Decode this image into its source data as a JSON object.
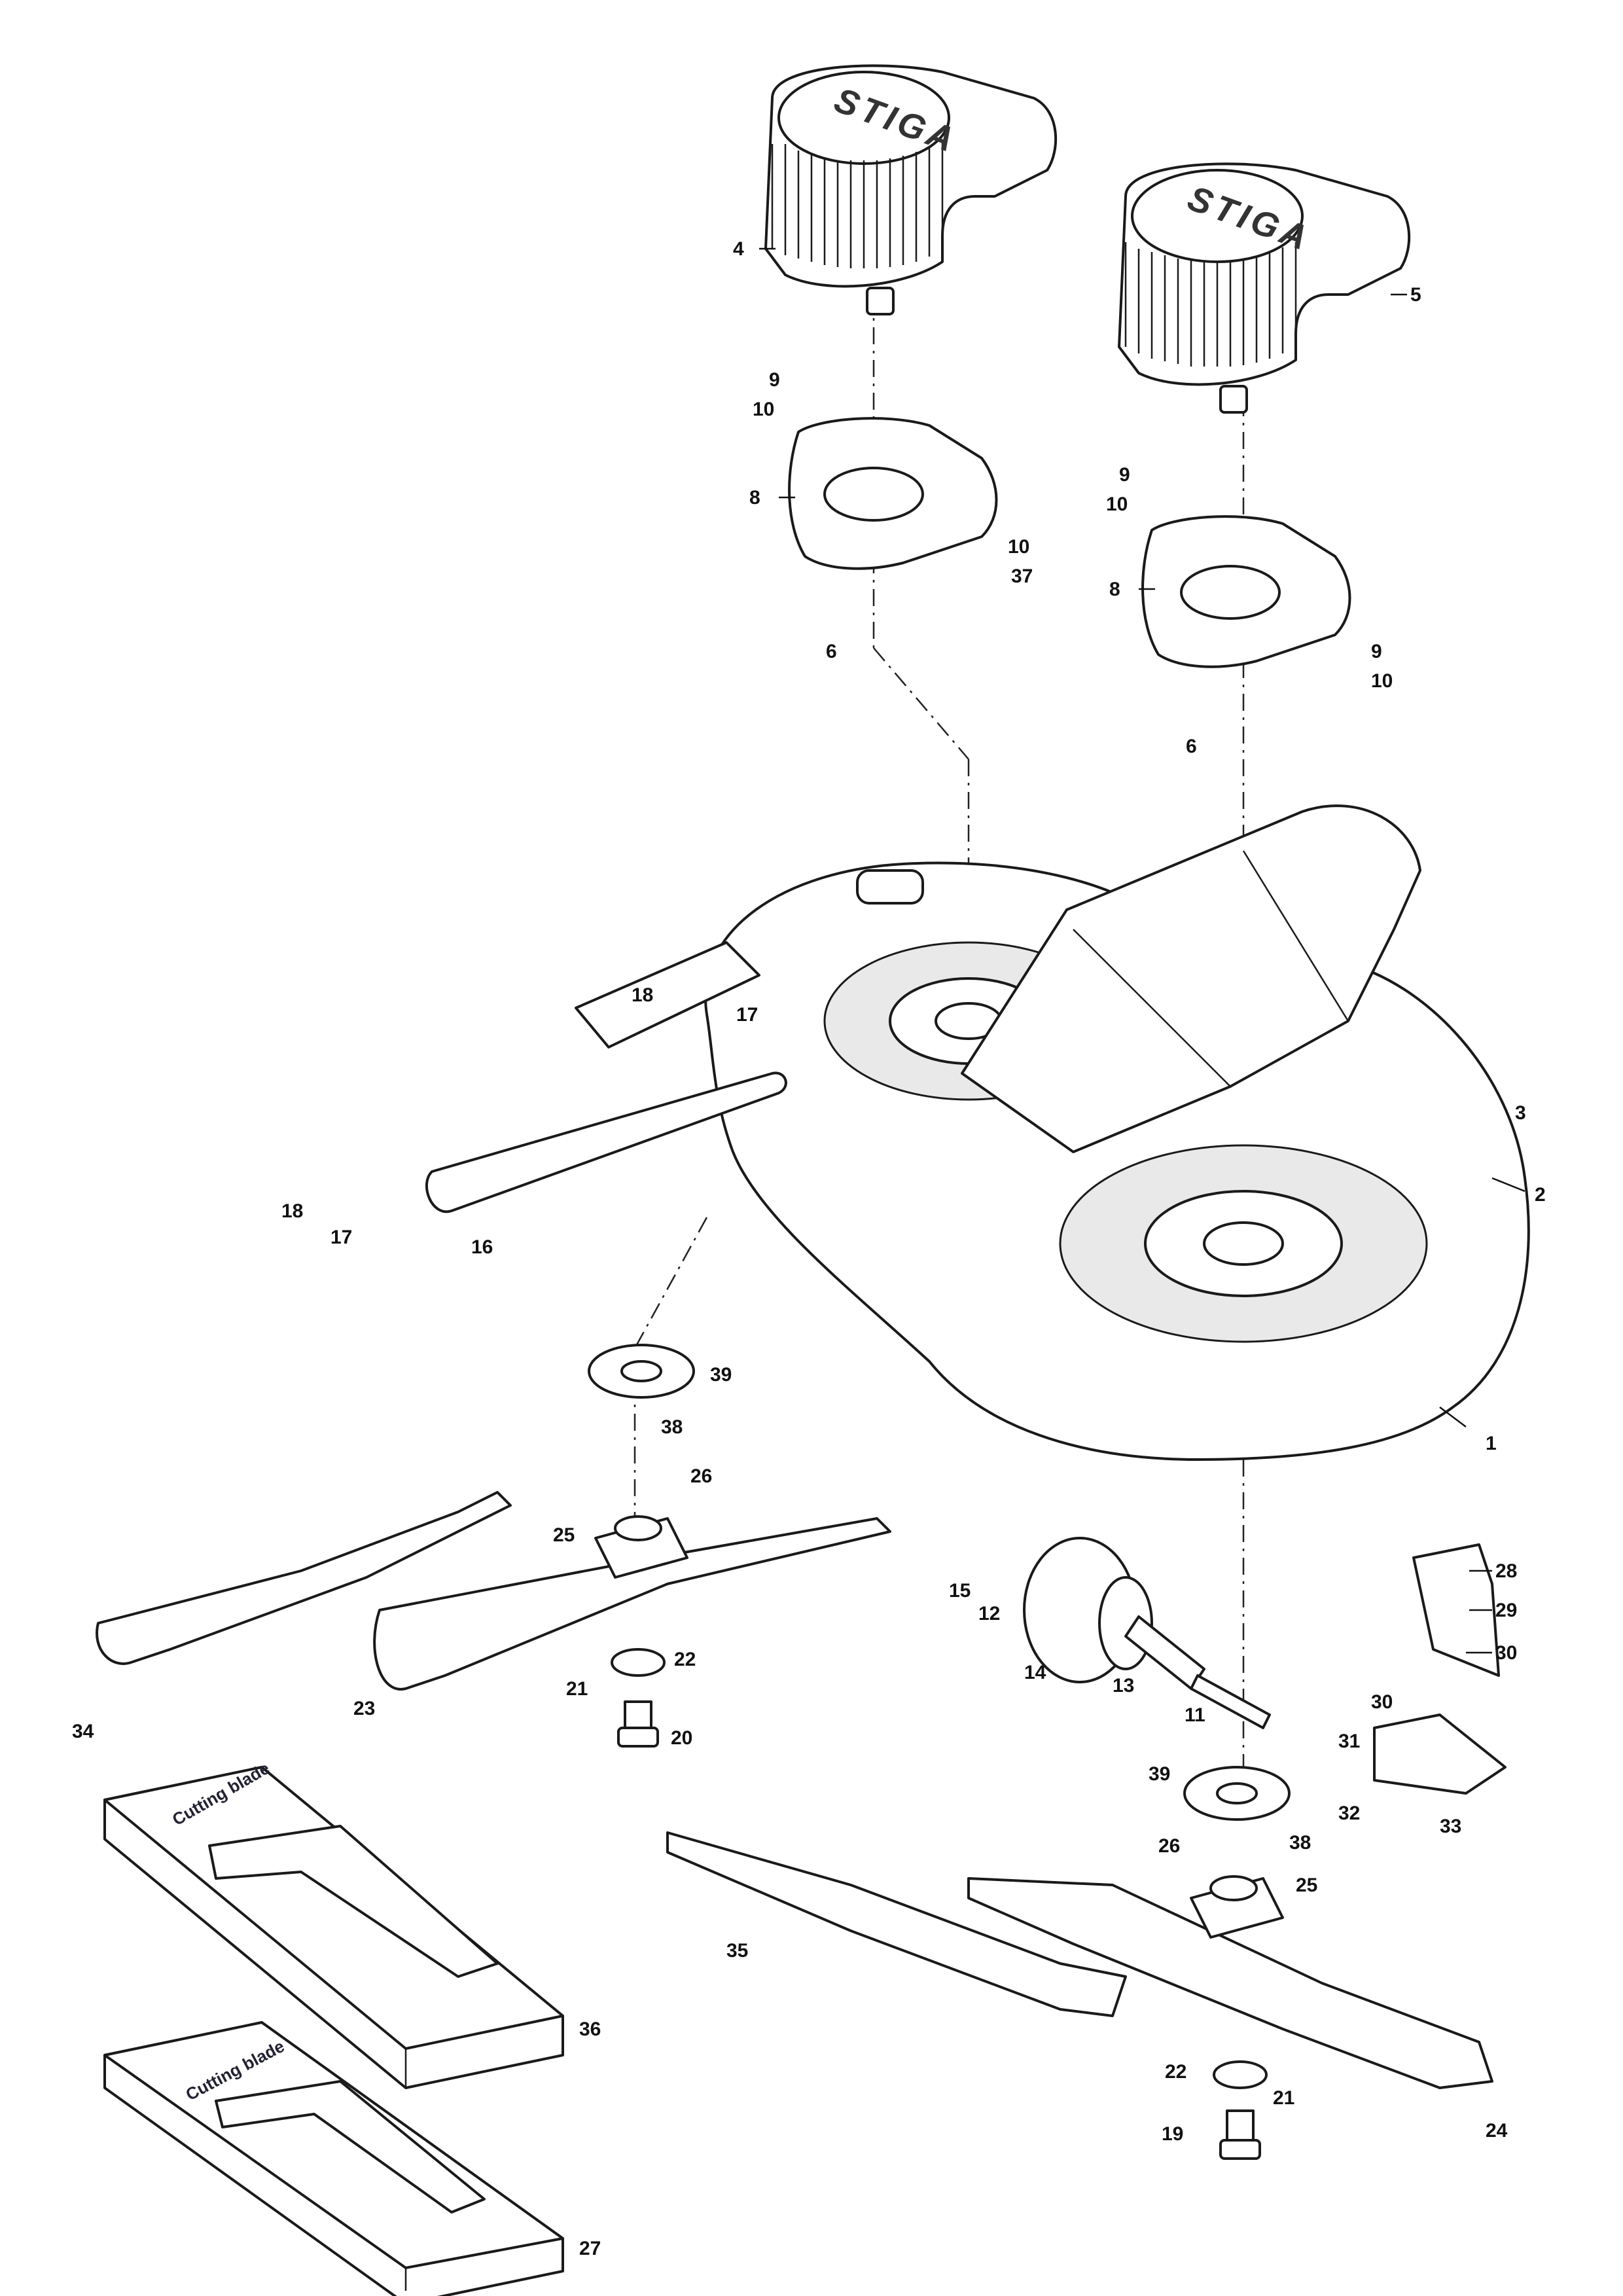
{
  "brand_text": "STIGA",
  "packaging_text": "Cutting blade",
  "callouts": [
    {
      "id": "c1",
      "text": "1"
    },
    {
      "id": "c2",
      "text": "2"
    },
    {
      "id": "c3",
      "text": "3"
    },
    {
      "id": "c4",
      "text": "4"
    },
    {
      "id": "c5",
      "text": "5"
    },
    {
      "id": "c6a",
      "text": "6"
    },
    {
      "id": "c6b",
      "text": "6"
    },
    {
      "id": "c8a",
      "text": "8"
    },
    {
      "id": "c8b",
      "text": "8"
    },
    {
      "id": "c9a",
      "text": "9"
    },
    {
      "id": "c9b",
      "text": "9"
    },
    {
      "id": "c9c",
      "text": "9"
    },
    {
      "id": "c10a",
      "text": "10"
    },
    {
      "id": "c10b",
      "text": "10"
    },
    {
      "id": "c10c",
      "text": "10"
    },
    {
      "id": "c10d",
      "text": "10"
    },
    {
      "id": "c11",
      "text": "11"
    },
    {
      "id": "c12",
      "text": "12"
    },
    {
      "id": "c13",
      "text": "13"
    },
    {
      "id": "c14",
      "text": "14"
    },
    {
      "id": "c15",
      "text": "15"
    },
    {
      "id": "c16",
      "text": "16"
    },
    {
      "id": "c17a",
      "text": "17"
    },
    {
      "id": "c17b",
      "text": "17"
    },
    {
      "id": "c18a",
      "text": "18"
    },
    {
      "id": "c18b",
      "text": "18"
    },
    {
      "id": "c19",
      "text": "19"
    },
    {
      "id": "c20",
      "text": "20"
    },
    {
      "id": "c21a",
      "text": "21"
    },
    {
      "id": "c21b",
      "text": "21"
    },
    {
      "id": "c22a",
      "text": "22"
    },
    {
      "id": "c22b",
      "text": "22"
    },
    {
      "id": "c23",
      "text": "23"
    },
    {
      "id": "c24",
      "text": "24"
    },
    {
      "id": "c25a",
      "text": "25"
    },
    {
      "id": "c25b",
      "text": "25"
    },
    {
      "id": "c26a",
      "text": "26"
    },
    {
      "id": "c26b",
      "text": "26"
    },
    {
      "id": "c27",
      "text": "27"
    },
    {
      "id": "c28",
      "text": "28"
    },
    {
      "id": "c29",
      "text": "29"
    },
    {
      "id": "c30a",
      "text": "30"
    },
    {
      "id": "c30b",
      "text": "30"
    },
    {
      "id": "c31",
      "text": "31"
    },
    {
      "id": "c32",
      "text": "32"
    },
    {
      "id": "c33",
      "text": "33"
    },
    {
      "id": "c34",
      "text": "34"
    },
    {
      "id": "c35",
      "text": "35"
    },
    {
      "id": "c36",
      "text": "36"
    },
    {
      "id": "c37",
      "text": "37"
    },
    {
      "id": "c38a",
      "text": "38"
    },
    {
      "id": "c38b",
      "text": "38"
    },
    {
      "id": "c39a",
      "text": "39"
    },
    {
      "id": "c39b",
      "text": "39"
    }
  ]
}
